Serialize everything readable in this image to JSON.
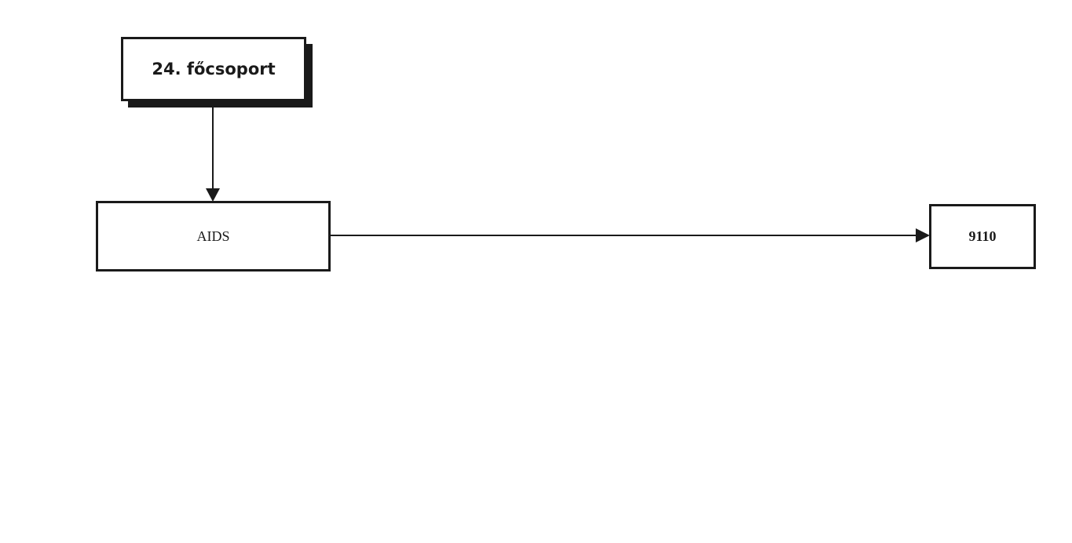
{
  "nodes": {
    "group": {
      "label": "24. főcsoport"
    },
    "disease": {
      "label": "AIDS"
    },
    "code": {
      "label": "9110"
    }
  },
  "colors": {
    "stroke": "#1a1a1a",
    "background": "#ffffff"
  }
}
